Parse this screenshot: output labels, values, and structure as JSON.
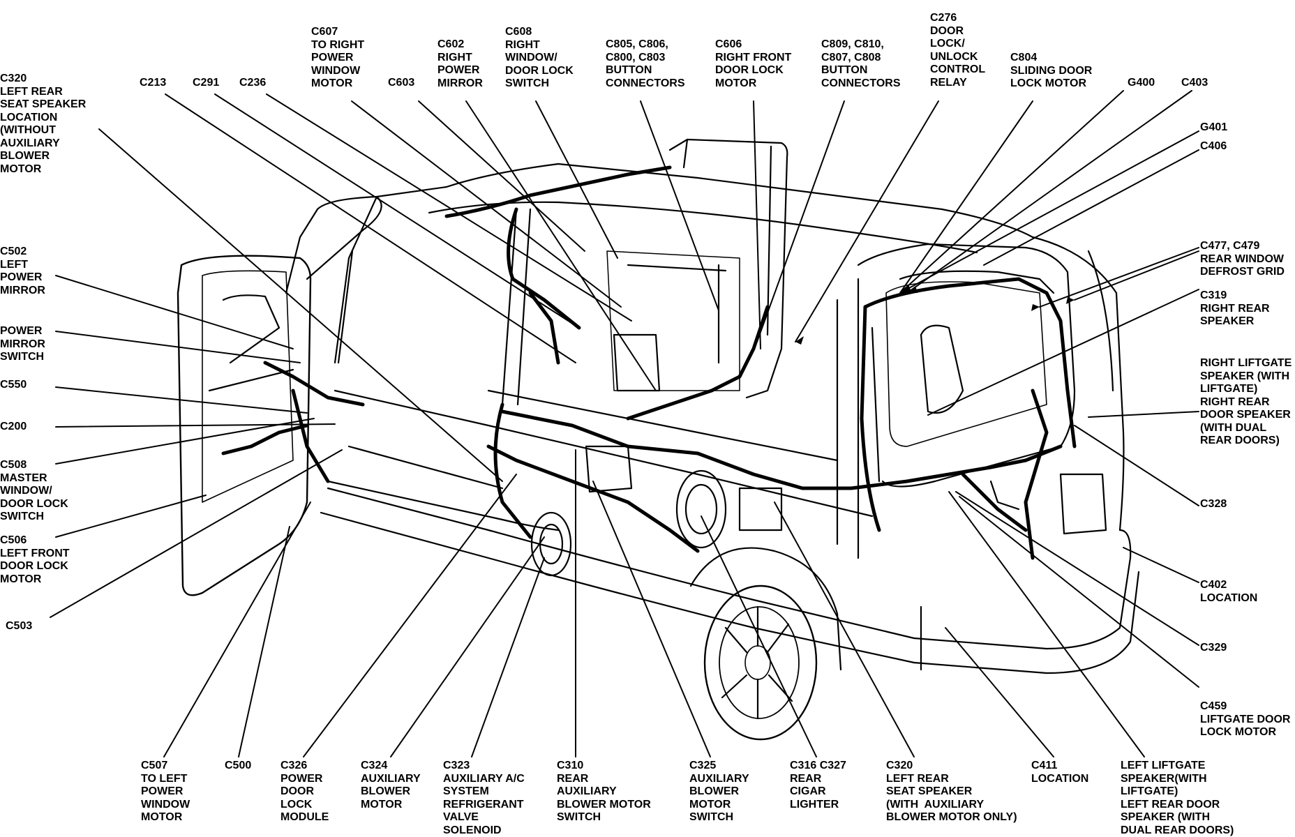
{
  "diagram": {
    "labels": {
      "c320_left_rear_seat_speaker_location": "C320\nLEFT REAR\nSEAT SPEAKER\nLOCATION\n(WITHOUT\nAUXILIARY\nBLOWER\nMOTOR",
      "c213": "C213",
      "c291": "C291",
      "c236": "C236",
      "c607": "C607\nTO RIGHT\nPOWER\nWINDOW\nMOTOR",
      "c603": "C603",
      "c602": "C602\nRIGHT\nPOWER\nMIRROR",
      "c608": "C608\nRIGHT\nWINDOW/\nDOOR LOCK\nSWITCH",
      "c805_group": "C805, C806,\nC800, C803\nBUTTON\nCONNECTORS",
      "c606": "C606\nRIGHT FRONT\nDOOR LOCK\nMOTOR",
      "c809_group": "C809, C810,\nC807, C808\nBUTTON\nCONNECTORS",
      "c276": "C276\nDOOR\nLOCK/\nUNLOCK\nCONTROL\nRELAY",
      "c804": "C804\nSLIDING DOOR\nLOCK MOTOR",
      "g400": "G400",
      "c403": "C403",
      "g401": "G401",
      "c406": "C406",
      "c477_c479": "C477, C479\nREAR WINDOW\nDEFROST GRID",
      "c319": "C319\nRIGHT REAR\nSPEAKER",
      "right_liftgate_speaker": "RIGHT LIFTGATE\nSPEAKER (WITH\nLIFTGATE)\nRIGHT REAR\nDOOR SPEAKER\n(WITH DUAL\nREAR DOORS)",
      "c328": "C328",
      "c402": "C402\nLOCATION",
      "c329": "C329",
      "c459": "C459\nLIFTGATE DOOR\nLOCK MOTOR",
      "left_liftgate_speaker": "LEFT LIFTGATE\nSPEAKER(WITH\nLIFTGATE)\nLEFT REAR DOOR\nSPEAKER (WITH\nDUAL REAR DOORS)",
      "c411": "C411\nLOCATION",
      "c320_with_aux": "C320\nLEFT REAR\nSEAT SPEAKER\n(WITH  AUXILIARY\nBLOWER MOTOR ONLY)",
      "c316_c327": "C316 C327\nREAR\nCIGAR\nLIGHTER",
      "c325_aux_switch": "C325\nAUXILIARY\nBLOWER\nMOTOR\nSWITCH",
      "c310": "C310\nREAR\nAUXILIARY\nBLOWER MOTOR\nSWITCH",
      "c323": "C323\nAUXILIARY A/C\nSYSTEM\nREFRIGERANT\nVALVE\nSOLENOID",
      "c324": "C324\nAUXILIARY\nBLOWER\nMOTOR",
      "c326": "C326\nPOWER\nDOOR\nLOCK\nMODULE",
      "c500": "C500",
      "c507": "C507\nTO LEFT\nPOWER\nWINDOW\nMOTOR",
      "c503": "C503",
      "c506": "C506\nLEFT FRONT\nDOOR LOCK\nMOTOR",
      "c508": "C508\nMASTER\nWINDOW/\nDOOR LOCK\nSWITCH",
      "c200": "C200",
      "c550": "C550",
      "power_mirror_switch": "POWER\nMIRROR\nSWITCH",
      "c502": "C502\nLEFT\nPOWER\nMIRROR"
    }
  }
}
